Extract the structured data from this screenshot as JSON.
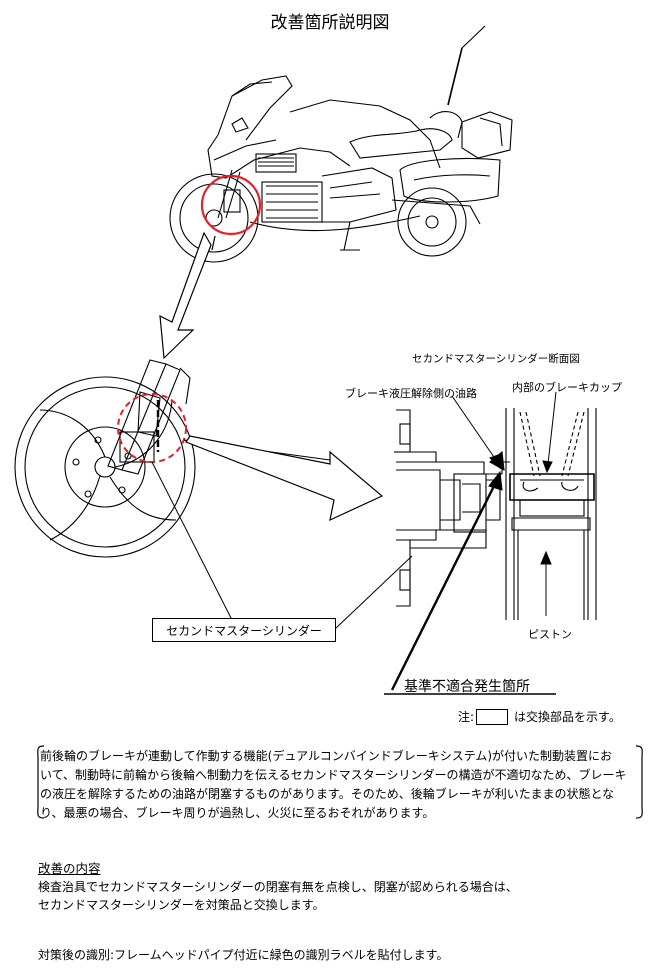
{
  "title": "改善箇所説明図",
  "labels": {
    "section_title": "セカンドマスターシリンダー断面図",
    "oil_path": "ブレーキ液圧解除側の油路",
    "brake_cup": "内部のブレーキカップ",
    "piston": "ピストン",
    "second_master_cylinder": "セカンドマスターシリンダー",
    "nonconformity_location": "基準不適合発生箇所"
  },
  "note": {
    "prefix": "注:",
    "suffix": "は交換部品を示す。"
  },
  "description": {
    "line1": "前後輪のブレーキが連動して作動する機能(デュアルコンバインドブレーキシステム)が付いた制動装置にお",
    "line2": "いて、制動時に前輪から後輪へ制動力を伝えるセカンドマスターシリンダーの構造が不適切なため、ブレーキ",
    "line3": "の液圧を解除するための油路が閉塞するものがあります。そのため、後輪ブレーキが利いたままの状態とな",
    "line4": "り、最悪の場合、ブレーキ周りが過熱し、火災に至るおそれがあります。"
  },
  "improvement": {
    "heading": "改善の内容",
    "line1": "検査治具でセカンドマスターシリンダーの閉塞有無を点検し、閉塞が認められる場合は、",
    "line2": "セカンドマスターシリンダーを対策品と交換します。"
  },
  "identification": "対策後の識別:フレームヘッドパイプ付近に緑色の識別ラベルを貼付します。",
  "colors": {
    "highlight_circle": "#e8202a",
    "line": "#000000"
  }
}
